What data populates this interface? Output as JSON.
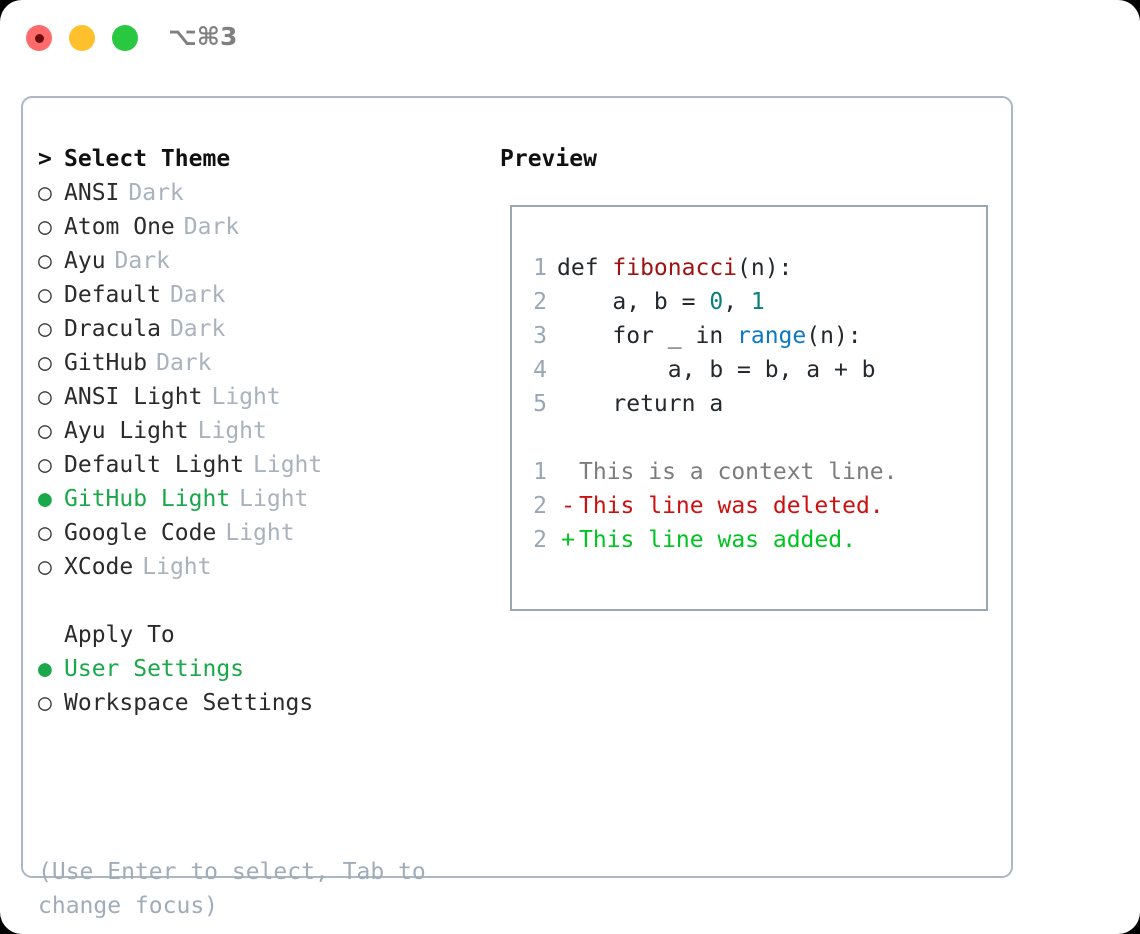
{
  "titlebar": {
    "shortcut": "⌥⌘3",
    "traffic_lights": [
      {
        "name": "close",
        "color": "#ff6b6b"
      },
      {
        "name": "minimize",
        "color": "#ffc02e"
      },
      {
        "name": "maximize",
        "color": "#28c840"
      }
    ]
  },
  "theme_picker": {
    "header_marker": ">",
    "header": "Select Theme",
    "items": [
      {
        "marker": "○",
        "label": "ANSI",
        "suffix": "Dark",
        "selected": false
      },
      {
        "marker": "○",
        "label": "Atom One",
        "suffix": "Dark",
        "selected": false
      },
      {
        "marker": "○",
        "label": "Ayu",
        "suffix": "Dark",
        "selected": false
      },
      {
        "marker": "○",
        "label": "Default",
        "suffix": "Dark",
        "selected": false
      },
      {
        "marker": "○",
        "label": "Dracula",
        "suffix": "Dark",
        "selected": false
      },
      {
        "marker": "○",
        "label": "GitHub",
        "suffix": "Dark",
        "selected": false
      },
      {
        "marker": "○",
        "label": "ANSI Light",
        "suffix": "Light",
        "selected": false
      },
      {
        "marker": "○",
        "label": "Ayu Light",
        "suffix": "Light",
        "selected": false
      },
      {
        "marker": "○",
        "label": "Default Light",
        "suffix": "Light",
        "selected": false
      },
      {
        "marker": "●",
        "label": "GitHub Light",
        "suffix": "Light",
        "selected": true
      },
      {
        "marker": "○",
        "label": "Google Code",
        "suffix": "Light",
        "selected": false
      },
      {
        "marker": "○",
        "label": "XCode",
        "suffix": "Light",
        "selected": false
      }
    ]
  },
  "apply_to": {
    "header": "Apply To",
    "items": [
      {
        "marker": "●",
        "label": "User Settings",
        "selected": true
      },
      {
        "marker": "○",
        "label": "Workspace Settings",
        "selected": false
      }
    ]
  },
  "hint": "(Use Enter to select, Tab to change focus)",
  "preview": {
    "title": "Preview",
    "code_lines": [
      {
        "no": "1",
        "segments": [
          {
            "text": "def ",
            "kind": "plain"
          },
          {
            "text": "fibonacci",
            "kind": "func"
          },
          {
            "text": "(n):",
            "kind": "plain"
          }
        ]
      },
      {
        "no": "2",
        "segments": [
          {
            "text": "    a, b = ",
            "kind": "plain"
          },
          {
            "text": "0",
            "kind": "num"
          },
          {
            "text": ", ",
            "kind": "plain"
          },
          {
            "text": "1",
            "kind": "num"
          }
        ]
      },
      {
        "no": "3",
        "segments": [
          {
            "text": "    for _ in ",
            "kind": "plain"
          },
          {
            "text": "range",
            "kind": "call"
          },
          {
            "text": "(n):",
            "kind": "plain"
          }
        ]
      },
      {
        "no": "4",
        "segments": [
          {
            "text": "        a, b = b, a + b",
            "kind": "plain"
          }
        ]
      },
      {
        "no": "5",
        "segments": [
          {
            "text": "    return a",
            "kind": "plain"
          }
        ]
      }
    ],
    "diff_lines": [
      {
        "no": "1",
        "sign": " ",
        "text": "This is a context line.",
        "kind": "ctx"
      },
      {
        "no": "2",
        "sign": "-",
        "text": "This line was deleted.",
        "kind": "del"
      },
      {
        "no": "2",
        "sign": "+",
        "text": "This line was added.",
        "kind": "add"
      }
    ]
  },
  "colors": {
    "accent_green": "#1aa84a",
    "diff_add": "#00c421",
    "diff_del": "#cc1111",
    "muted": "#a9b2bd",
    "border": "#adb7c4",
    "code_func": "#a01313",
    "code_num": "#0a7d7d",
    "code_call": "#0b79c4"
  }
}
